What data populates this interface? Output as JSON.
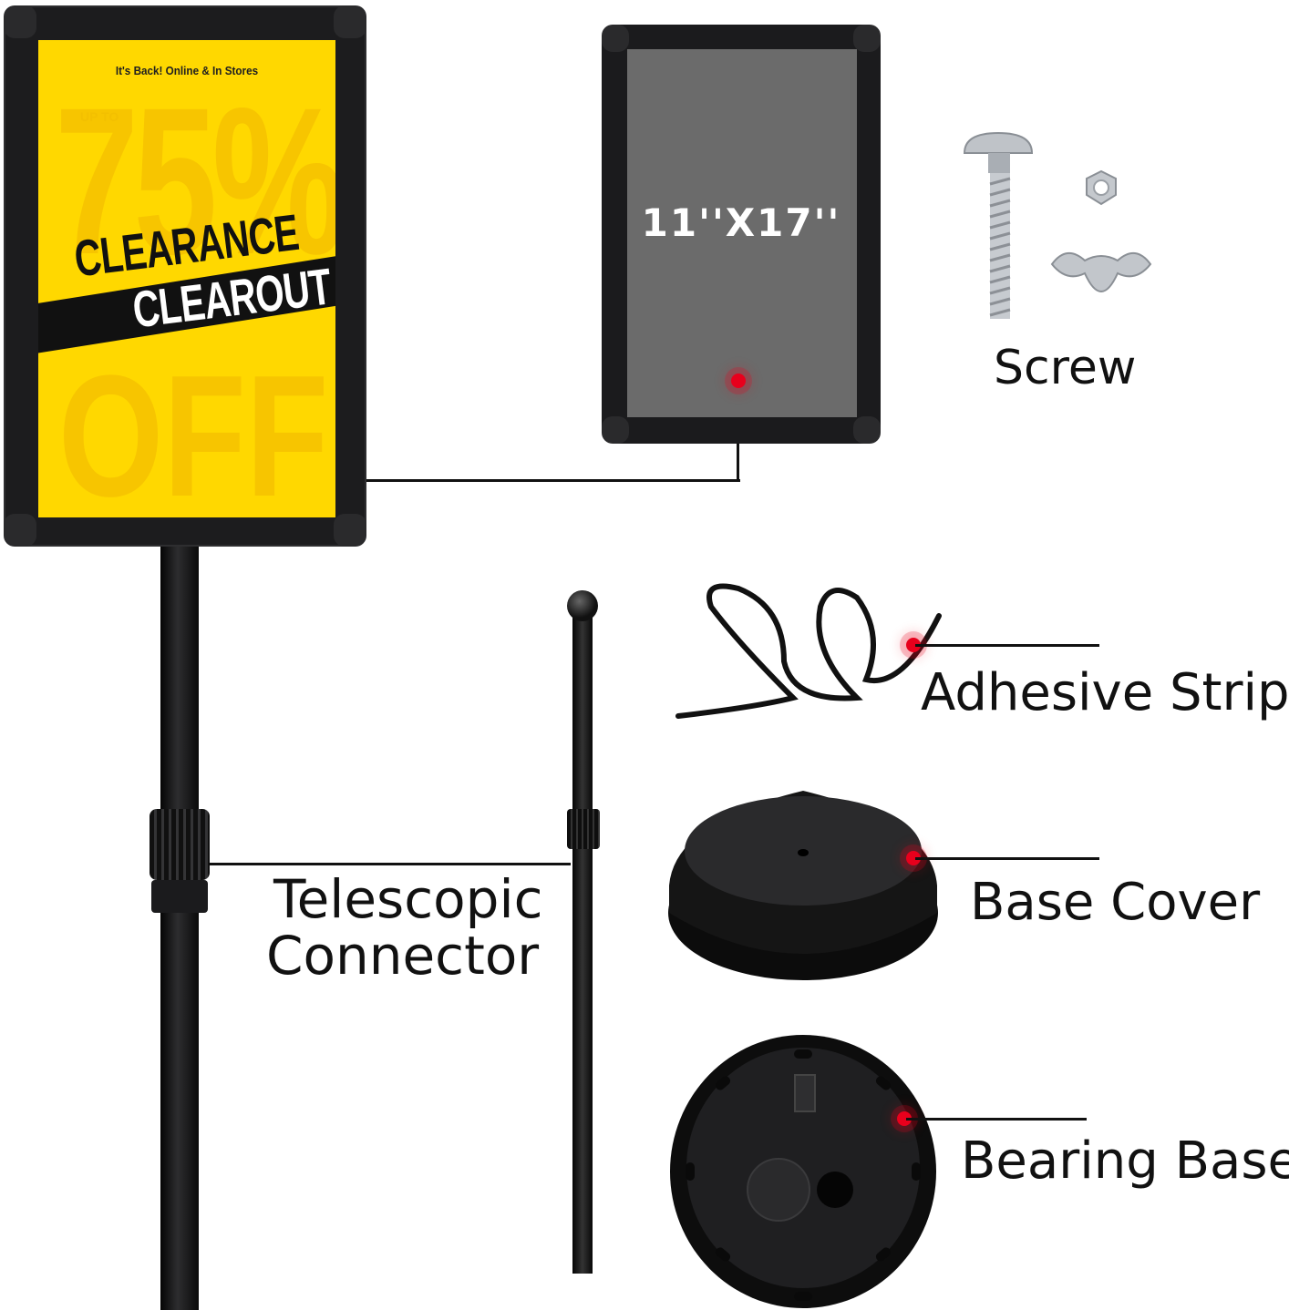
{
  "poster": {
    "tagline": "It's Back! Online & In Stores",
    "up_to": "UP TO",
    "big_number": "75%",
    "headline_1": "CLEARANCE",
    "headline_2": "CLEAROUT",
    "off": "OFF"
  },
  "frame_size": "11''X17''",
  "labels": {
    "screw": "Screw",
    "adhesive_strip": "Adhesive Strip",
    "base_cover": "Base Cover",
    "bearing_base": "Bearing Base",
    "telescopic_connector_line1": "Telescopic",
    "telescopic_connector_line2": "Connector"
  },
  "colors": {
    "poster_yellow": "#ffd800",
    "frame_black": "#1c1c1e",
    "marker_red": "#e8001c"
  }
}
